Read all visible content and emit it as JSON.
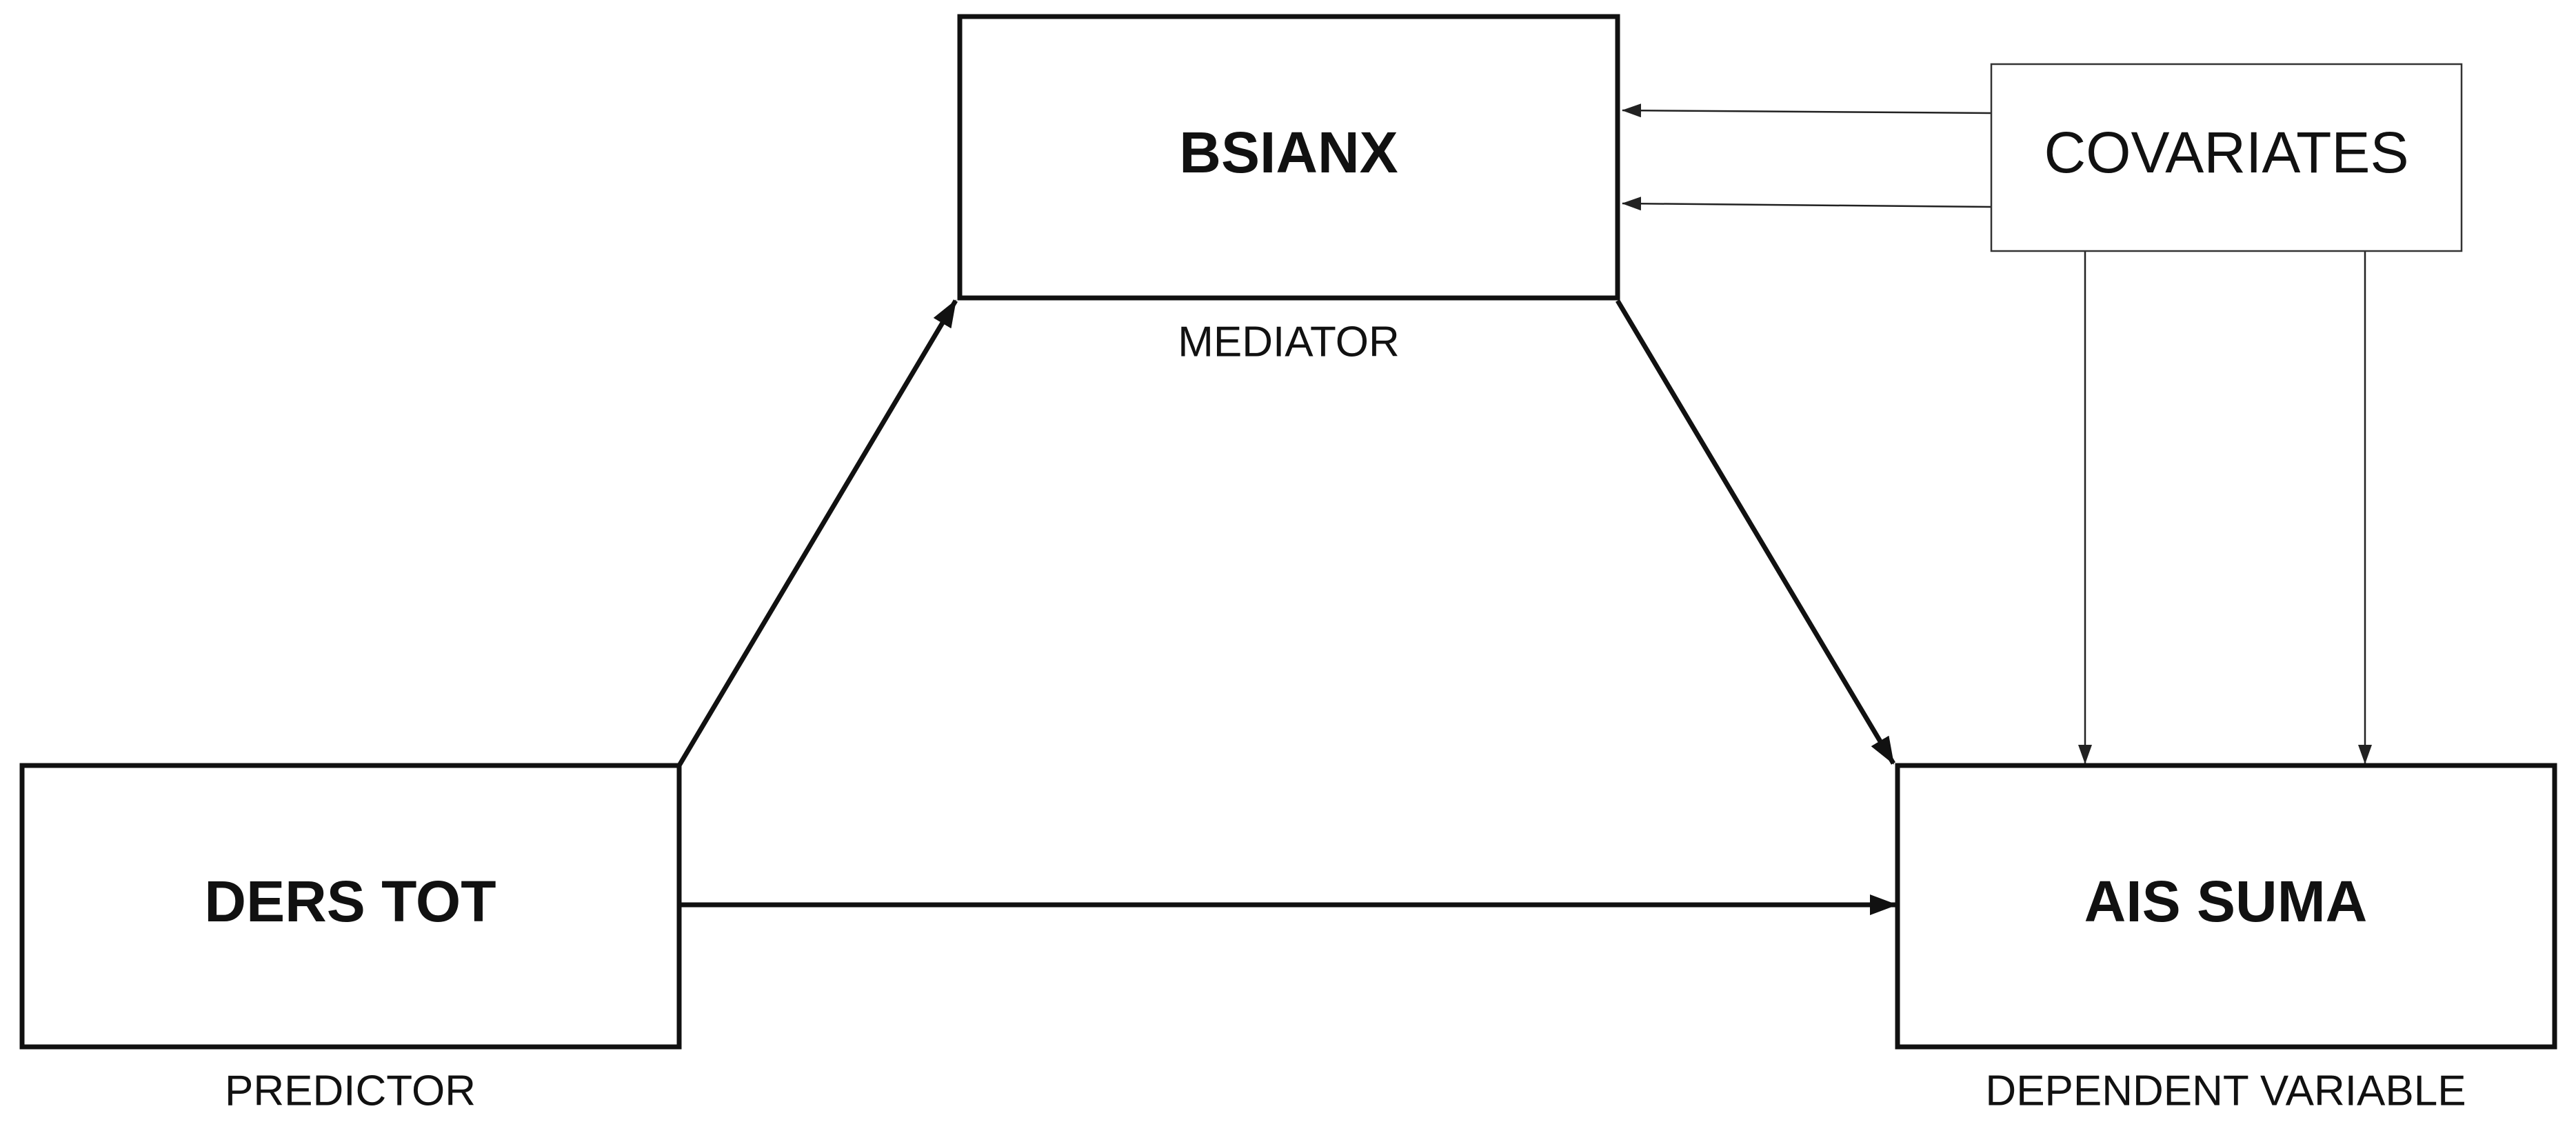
{
  "nodes": {
    "mediator": {
      "title": "BSIANX",
      "role": "MEDIATOR"
    },
    "predictor": {
      "title": "DERS TOT",
      "role": "PREDICTOR"
    },
    "outcome": {
      "title": "AIS SUMA",
      "role": "DEPENDENT VARIABLE"
    },
    "covariates": {
      "title": "COVARIATES"
    }
  },
  "edges": [
    {
      "from": "predictor",
      "to": "mediator"
    },
    {
      "from": "mediator",
      "to": "outcome"
    },
    {
      "from": "predictor",
      "to": "outcome"
    },
    {
      "from": "covariates",
      "to": "mediator"
    },
    {
      "from": "covariates",
      "to": "mediator"
    },
    {
      "from": "covariates",
      "to": "outcome"
    },
    {
      "from": "covariates",
      "to": "outcome"
    }
  ],
  "colors": {
    "stroke": "#111111",
    "background": "#ffffff"
  }
}
